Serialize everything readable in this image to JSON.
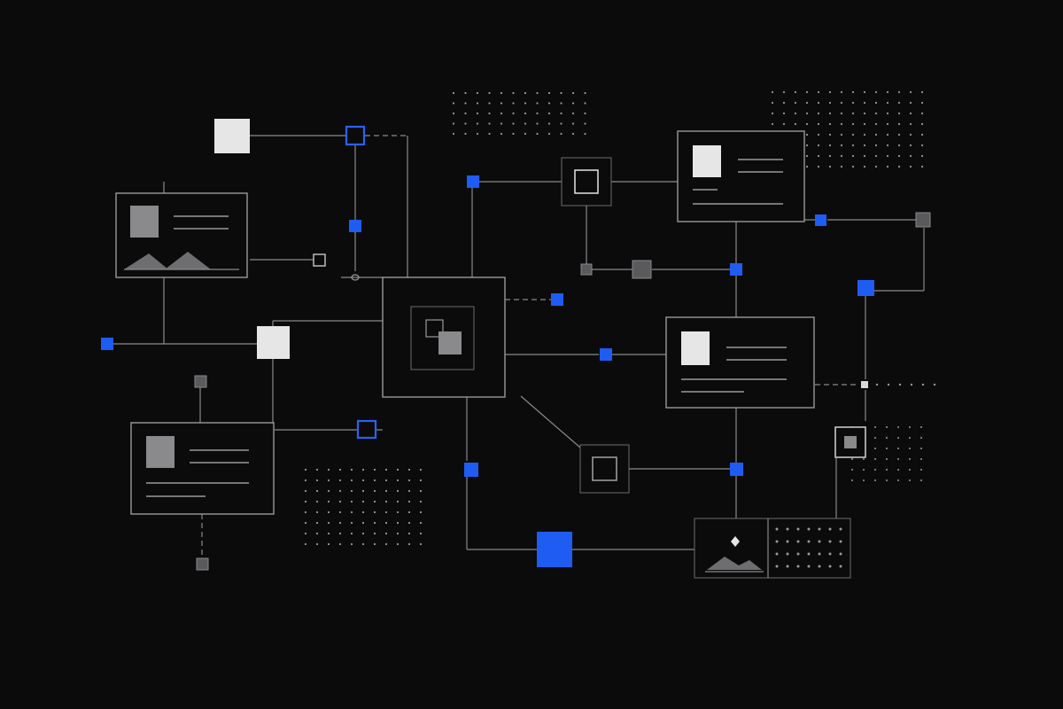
{
  "diagram": {
    "kind": "abstract network of connected content cards and nodes",
    "colors": {
      "background": "#0b0b0c",
      "accent_blue": "#1f5cf2",
      "line_gray": "#8a8a8c",
      "frame_gray": "#9a9a9c",
      "light_square": "#e6e6e6"
    },
    "elements": {
      "hub": {
        "icon": "central-hub-card"
      },
      "cards": [
        {
          "id": "card-top-left",
          "icon": "image-card-with-mountains"
        },
        {
          "id": "card-bottom-left",
          "icon": "image-card-with-text-lines"
        },
        {
          "id": "card-top-right",
          "icon": "image-card-with-text-lines"
        },
        {
          "id": "card-middle-right",
          "icon": "image-card-with-text-lines"
        },
        {
          "id": "card-bottom-right",
          "icon": "image-card-with-mountain-and-dot-grid"
        }
      ],
      "blue_nodes_count": 12,
      "dot_grids_count": 5
    }
  }
}
